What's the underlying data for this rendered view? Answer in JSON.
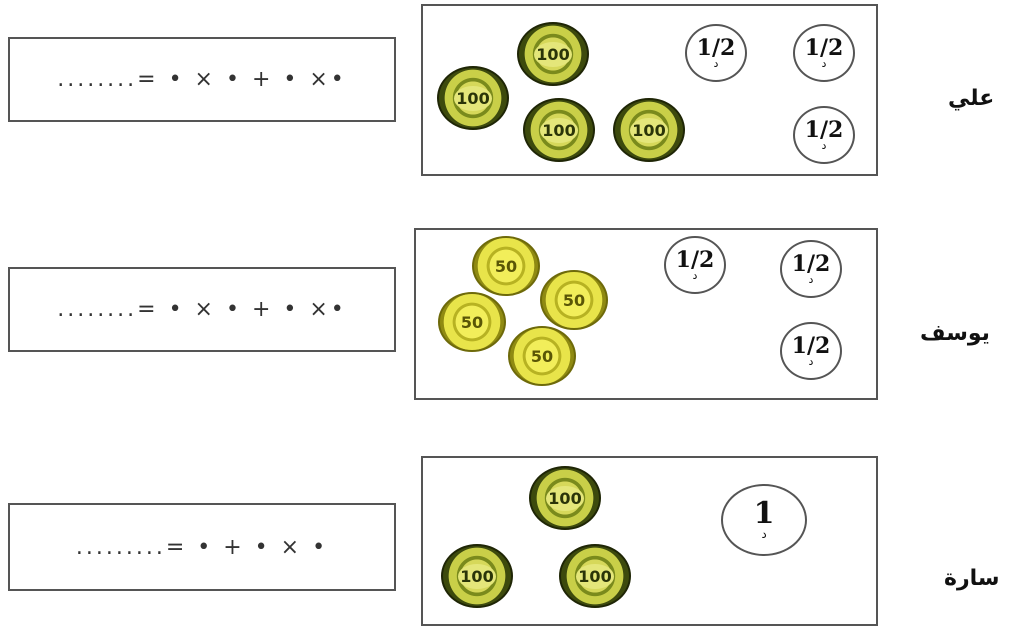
{
  "rows": [
    {
      "name": "علي",
      "equation": "........= • × • + • ×•",
      "coins": {
        "c100": "100",
        "half": "1/2",
        "unit": "د"
      }
    },
    {
      "name": "يوسف",
      "equation": "........= • × • + • ×•",
      "coins": {
        "c50": "50",
        "half": "1/2",
        "unit": "د"
      }
    },
    {
      "name": "سارة",
      "equation": ".........= • + • × •",
      "coins": {
        "c100": "100",
        "one": "1",
        "unit": "د"
      }
    }
  ]
}
